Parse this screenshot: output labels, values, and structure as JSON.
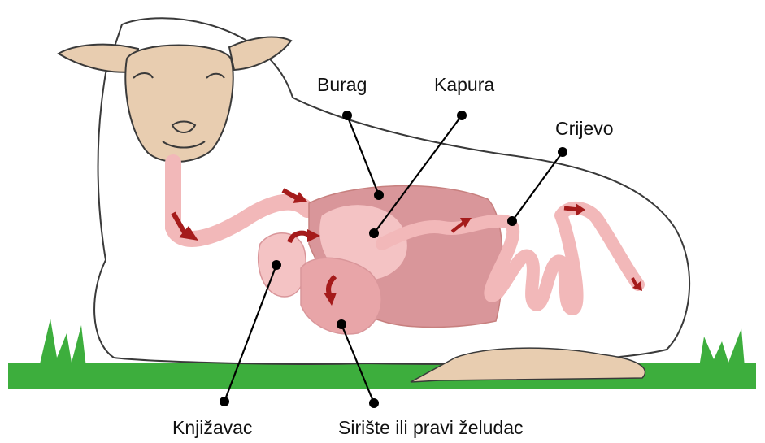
{
  "labels": {
    "burag": "Burag",
    "kapura": "Kapura",
    "crijevo": "Crijevo",
    "knjizavac": "Knjižavac",
    "siriste": "Sirište ili pravi želudac"
  },
  "colors": {
    "grass": "#3dae3d",
    "wool_outline": "#3a3a3a",
    "face": "#e8cdb0",
    "organ_dark": "#d9969a",
    "organ_mid": "#e8a5a8",
    "organ_light": "#f4c3c4",
    "arrow": "#a51b1b",
    "leader": "#000000",
    "hoof": "#e8cdb0"
  }
}
